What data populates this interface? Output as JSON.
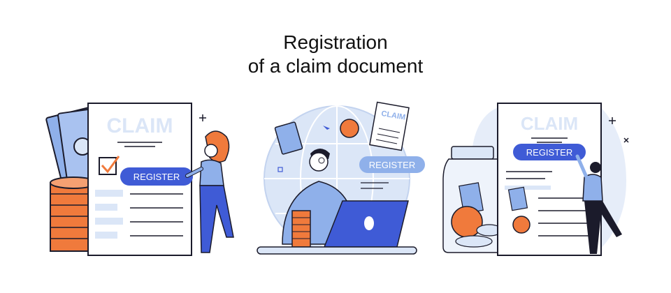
{
  "title": {
    "line1": "Registration",
    "line2": "of a claim document"
  },
  "panels": {
    "left": {
      "doc_title": "CLAIM",
      "button_label": "REGISTER",
      "checkbox_checked": true
    },
    "center": {
      "paper_title": "CLAIM",
      "button_label": "REGISTER"
    },
    "right": {
      "doc_title": "CLAIM",
      "button_label": "REGISTER"
    }
  },
  "colors": {
    "primary_blue": "#3f5bd6",
    "light_blue": "#dbe6f7",
    "mid_blue": "#8fb0ea",
    "orange": "#f07a3c",
    "outline": "#1b1b2b"
  },
  "icons": [
    "banknotes-icon",
    "coin-stack-icon",
    "checkbox-icon",
    "globe-icon",
    "laptop-icon",
    "jar-icon",
    "sparkle-icon",
    "close-icon"
  ]
}
